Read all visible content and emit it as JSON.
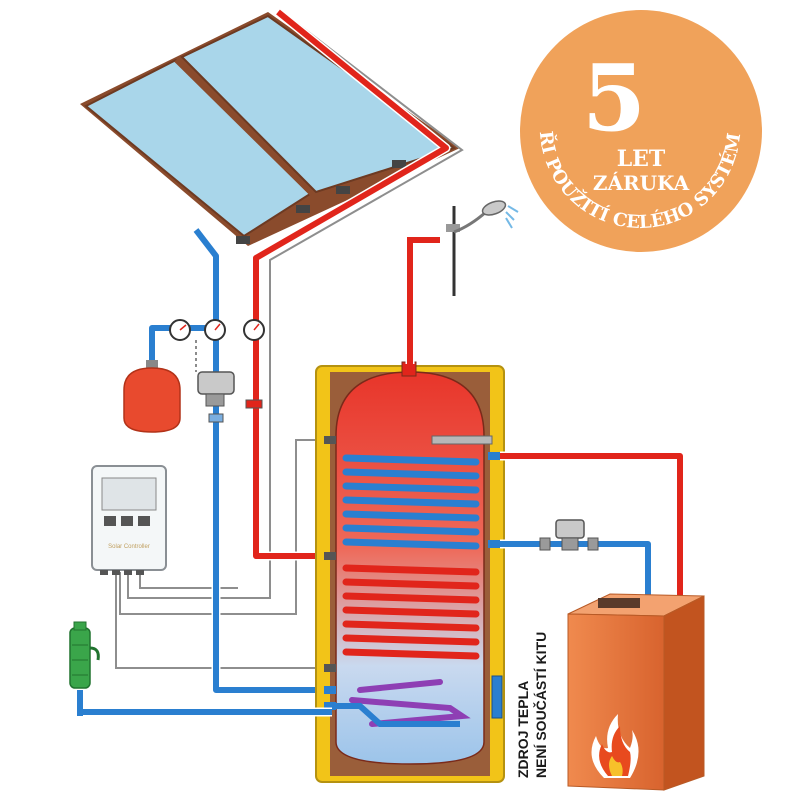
{
  "badge": {
    "number": "5",
    "line1": "LET",
    "line2": "ZÁRUKA",
    "arc_text": "PŘI POUŽITÍ CELÉHO SYSTÉMU",
    "color": "#f0a25a"
  },
  "heat_source_label": {
    "line1": "ZDROJ TEPLA",
    "line2": "NENÍ SOUČÁSTÍ KITU"
  },
  "controller_label": "Solar Controller",
  "colors": {
    "hot_pipe": "#e1251b",
    "cold_pipe": "#2a7fd0",
    "tank_jacket": "#f2c418",
    "boiler": "#e2743a",
    "panel_glass": "#a9d6ea",
    "panel_frame": "#8a4b2c"
  }
}
